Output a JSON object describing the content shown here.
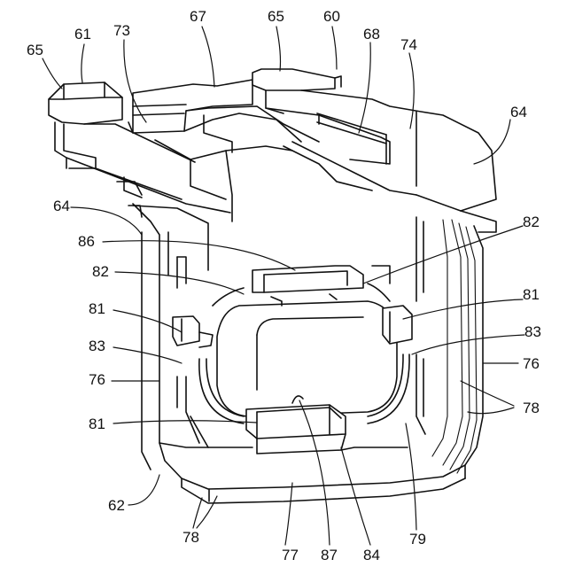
{
  "figure": {
    "labels": [
      {
        "id": "l61",
        "text": "61"
      },
      {
        "id": "l73",
        "text": "73"
      },
      {
        "id": "l67",
        "text": "67"
      },
      {
        "id": "l65a",
        "text": "65"
      },
      {
        "id": "l60",
        "text": "60"
      },
      {
        "id": "l68",
        "text": "68"
      },
      {
        "id": "l74",
        "text": "74"
      },
      {
        "id": "l65b",
        "text": "65"
      },
      {
        "id": "l64a",
        "text": "64"
      },
      {
        "id": "l64b",
        "text": "64"
      },
      {
        "id": "l86",
        "text": "86"
      },
      {
        "id": "l82a",
        "text": "82"
      },
      {
        "id": "l82b",
        "text": "82"
      },
      {
        "id": "l81a",
        "text": "81"
      },
      {
        "id": "l81b",
        "text": "81"
      },
      {
        "id": "l81c",
        "text": "81"
      },
      {
        "id": "l83a",
        "text": "83"
      },
      {
        "id": "l83b",
        "text": "83"
      },
      {
        "id": "l76a",
        "text": "76"
      },
      {
        "id": "l76b",
        "text": "76"
      },
      {
        "id": "l78a",
        "text": "78"
      },
      {
        "id": "l78b",
        "text": "78"
      },
      {
        "id": "l62",
        "text": "62"
      },
      {
        "id": "l77",
        "text": "77"
      },
      {
        "id": "l87",
        "text": "87"
      },
      {
        "id": "l84",
        "text": "84"
      },
      {
        "id": "l79",
        "text": "79"
      }
    ]
  }
}
